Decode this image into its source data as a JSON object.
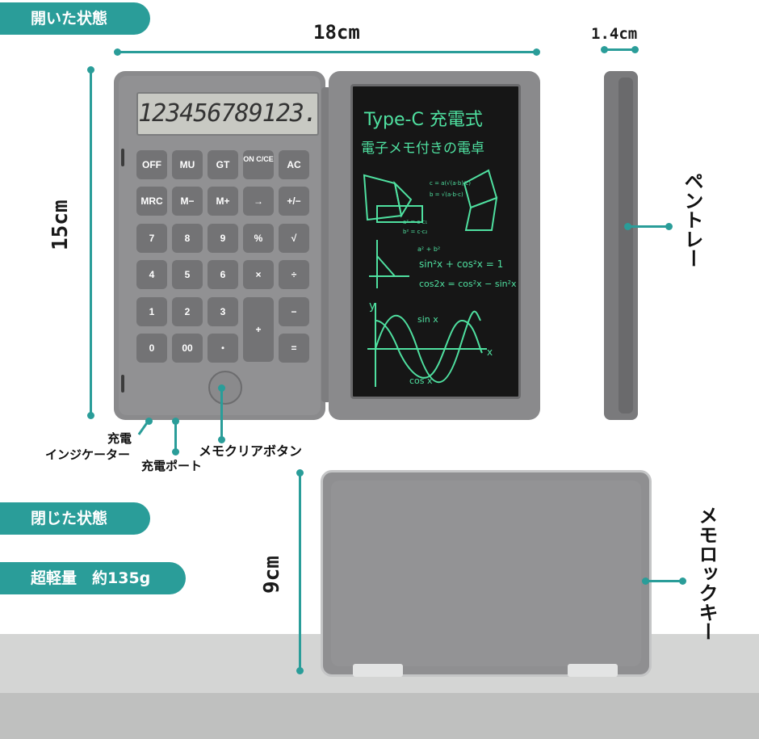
{
  "labels": {
    "open_state": "開いた状態",
    "closed_state": "閉じた状態",
    "weight": "超軽量　約135g"
  },
  "dimensions": {
    "width": "18cm",
    "height": "15cm",
    "thickness": "1.4cm",
    "closed_height": "9cm"
  },
  "callouts": {
    "pen_tray": "ペントレー",
    "memo_lock_key": "メモロックキー",
    "charge_indicator_line1": "充電",
    "charge_indicator_line2": "インジケーター",
    "charge_port": "充電ポート",
    "memo_clear_button": "メモクリアボタン"
  },
  "calculator": {
    "display": "123456789123.",
    "keys": [
      [
        "OFF",
        "MU",
        "GT",
        "ON C/CE",
        "AC"
      ],
      [
        "MRC",
        "M−",
        "M+",
        "→",
        "+/−"
      ],
      [
        "7",
        "8",
        "9",
        "%",
        "√"
      ],
      [
        "4",
        "5",
        "6",
        "×",
        "÷"
      ],
      [
        "1",
        "2",
        "3",
        "+",
        "−"
      ],
      [
        "0",
        "00",
        "・",
        "",
        "="
      ]
    ]
  },
  "tablet": {
    "line1": "Type-C 充電式",
    "line2": "電子メモ付きの電卓",
    "formula1": "sin²x + cos²x = 1",
    "formula2": "cos2x = cos²x − sin²x",
    "axis_y": "y",
    "axis_x": "x",
    "curve_sin": "sin x",
    "curve_cos": "cos x"
  }
}
